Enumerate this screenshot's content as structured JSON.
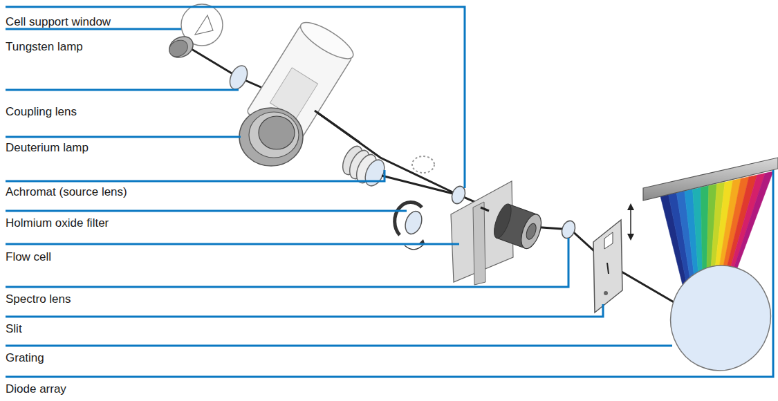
{
  "diagram": {
    "labels": [
      "Cell support window",
      "Tungsten lamp",
      "Coupling lens",
      "Deuterium lamp",
      "Achromat (source lens)",
      "Holmium oxide filter",
      "Flow cell",
      "Spectro lens",
      "Slit",
      "Grating",
      "Diode array"
    ]
  }
}
